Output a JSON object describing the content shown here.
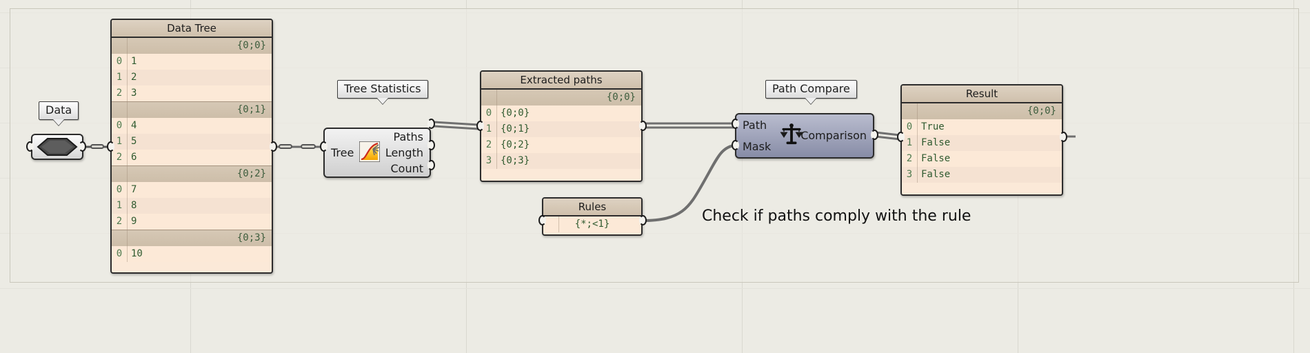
{
  "app": {
    "canvas_background": "#ecebe4",
    "accent_panel": "#fbe9d8",
    "accent_header": "#cfc0ac",
    "selected_component": "#a3a7bd"
  },
  "tags": {
    "data": "Data",
    "tree_statistics": "Tree Statistics",
    "path_compare": "Path Compare"
  },
  "panels": {
    "data_tree": {
      "title": "Data Tree",
      "branches": [
        {
          "path": "{0;0}",
          "items": [
            {
              "index": "0",
              "value": "1"
            },
            {
              "index": "1",
              "value": "2"
            },
            {
              "index": "2",
              "value": "3"
            }
          ]
        },
        {
          "path": "{0;1}",
          "items": [
            {
              "index": "0",
              "value": "4"
            },
            {
              "index": "1",
              "value": "5"
            },
            {
              "index": "2",
              "value": "6"
            }
          ]
        },
        {
          "path": "{0;2}",
          "items": [
            {
              "index": "0",
              "value": "7"
            },
            {
              "index": "1",
              "value": "8"
            },
            {
              "index": "2",
              "value": "9"
            }
          ]
        },
        {
          "path": "{0;3}",
          "items": [
            {
              "index": "0",
              "value": "10"
            }
          ]
        }
      ]
    },
    "extracted_paths": {
      "title": "Extracted paths",
      "branches": [
        {
          "path": "{0;0}",
          "items": [
            {
              "index": "0",
              "value": "{0;0}"
            },
            {
              "index": "1",
              "value": "{0;1}"
            },
            {
              "index": "2",
              "value": "{0;2}"
            },
            {
              "index": "3",
              "value": "{0;3}"
            }
          ]
        }
      ]
    },
    "rules": {
      "title": "Rules",
      "branches": [
        {
          "items": [
            {
              "index": "",
              "value": "{*;<1}"
            }
          ]
        }
      ]
    },
    "result": {
      "title": "Result",
      "branches": [
        {
          "path": "{0;0}",
          "items": [
            {
              "index": "0",
              "value": "True"
            },
            {
              "index": "1",
              "value": "False"
            },
            {
              "index": "2",
              "value": "False"
            },
            {
              "index": "3",
              "value": "False"
            }
          ]
        }
      ]
    }
  },
  "components": {
    "tree_statistics": {
      "inputs": [
        "Tree"
      ],
      "outputs": [
        "Paths",
        "Length",
        "Count"
      ],
      "icon": "tree-statistics-icon"
    },
    "path_compare": {
      "inputs": [
        "Path",
        "Mask"
      ],
      "outputs": [
        "Comparison"
      ],
      "icon": "scales-balance-icon"
    }
  },
  "annotation": {
    "text": "Check if paths comply with the rule"
  }
}
